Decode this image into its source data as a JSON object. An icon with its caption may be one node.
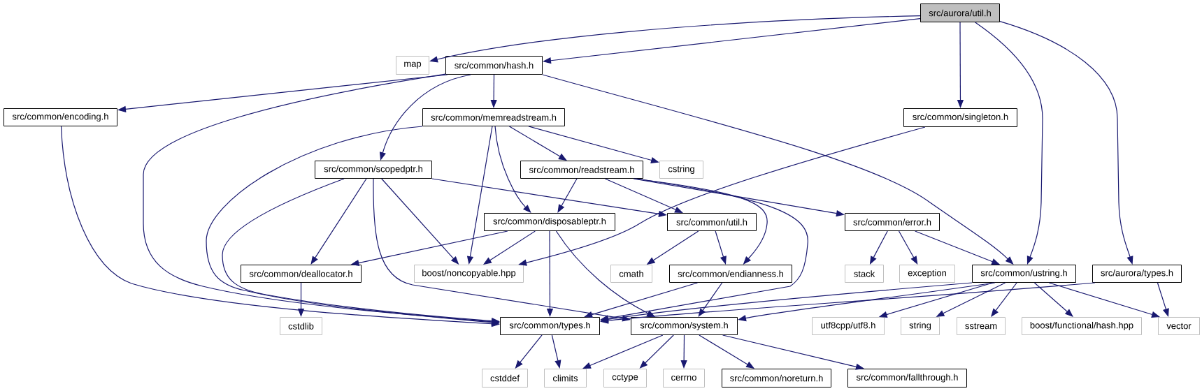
{
  "diagram": {
    "nodes": [
      {
        "text": [
          "src/aurora/util.h"
        ]
      },
      {
        "text": [
          "map"
        ]
      },
      {
        "text": [
          "src/common/hash.h"
        ]
      },
      {
        "text": [
          "src/common/encoding.h"
        ]
      },
      {
        "text": [
          "src/common/memreadstream.h"
        ]
      },
      {
        "text": [
          "src/common/singleton.h"
        ]
      },
      {
        "text": [
          "src/common/scopedptr.h"
        ]
      },
      {
        "text": [
          "src/common/readstream.h"
        ]
      },
      {
        "text": [
          "cstring"
        ]
      },
      {
        "text": [
          "src/common/disposableptr.h"
        ]
      },
      {
        "text": [
          "src/common/util.h"
        ]
      },
      {
        "text": [
          "src/common/error.h"
        ]
      },
      {
        "text": [
          "src/common/deallocator.h"
        ]
      },
      {
        "text": [
          "boost/noncopyable.hpp"
        ]
      },
      {
        "text": [
          "cmath"
        ]
      },
      {
        "text": [
          "src/common/endianness.h"
        ]
      },
      {
        "text": [
          "stack"
        ]
      },
      {
        "text": [
          "exception"
        ]
      },
      {
        "text": [
          "src/common/ustring.h"
        ]
      },
      {
        "text": [
          "src/aurora/types.h"
        ]
      },
      {
        "text": [
          "cstdlib"
        ]
      },
      {
        "text": [
          "src/common/types.h"
        ]
      },
      {
        "text": [
          "src/common/system.h"
        ]
      },
      {
        "text": [
          "utf8cpp/utf8.h"
        ]
      },
      {
        "text": [
          "string"
        ]
      },
      {
        "text": [
          "sstream"
        ]
      },
      {
        "text": [
          "boost/functional/hash.hpp"
        ]
      },
      {
        "text": [
          "vector"
        ]
      },
      {
        "text": [
          "cstddef"
        ]
      },
      {
        "text": [
          "climits"
        ]
      },
      {
        "text": [
          "cctype"
        ]
      },
      {
        "text": [
          "cerrno"
        ]
      },
      {
        "text": [
          "src/common/noreturn.h"
        ]
      },
      {
        "text": [
          "src/common/fallthrough.h"
        ]
      }
    ],
    "edges": [
      {
        "from": 0,
        "to": 1,
        "arrow": "to"
      },
      {
        "from": 0,
        "to": 2,
        "arrow": "to"
      },
      {
        "from": 0,
        "to": 5,
        "arrow": "to"
      },
      {
        "from": 0,
        "to": 18,
        "arrow": "to"
      },
      {
        "from": 0,
        "to": 19,
        "arrow": "to"
      },
      {
        "from": 2,
        "to": 3,
        "arrow": "to"
      },
      {
        "from": 2,
        "to": 21,
        "arrow": "to"
      },
      {
        "from": 2,
        "to": 4,
        "arrow": "to"
      },
      {
        "from": 2,
        "to": 6,
        "arrow": "to"
      },
      {
        "from": 2,
        "to": 18,
        "arrow": "to"
      },
      {
        "from": 3,
        "to": 21,
        "arrow": "to"
      },
      {
        "from": 4,
        "to": 21,
        "arrow": "to"
      },
      {
        "from": 4,
        "to": 13,
        "arrow": "to"
      },
      {
        "from": 4,
        "to": 9,
        "arrow": "to"
      },
      {
        "from": 4,
        "to": 7,
        "arrow": "to"
      },
      {
        "from": 4,
        "to": 8,
        "arrow": "to"
      },
      {
        "from": 5,
        "to": 13,
        "arrow": "to"
      },
      {
        "from": 6,
        "to": 12,
        "arrow": "to"
      },
      {
        "from": 6,
        "to": 13,
        "arrow": "to"
      },
      {
        "from": 6,
        "to": 21,
        "arrow": "to"
      },
      {
        "from": 6,
        "to": 22,
        "arrow": "to"
      },
      {
        "from": 6,
        "to": 10,
        "arrow": "to"
      },
      {
        "from": 7,
        "to": 9,
        "arrow": "to"
      },
      {
        "from": 7,
        "to": 10,
        "arrow": "to"
      },
      {
        "from": 7,
        "to": 11,
        "arrow": "to"
      },
      {
        "from": 7,
        "to": 15,
        "arrow": "to"
      },
      {
        "from": 7,
        "to": 21,
        "arrow": "to"
      },
      {
        "from": 9,
        "to": 12,
        "arrow": "to"
      },
      {
        "from": 9,
        "to": 13,
        "arrow": "to"
      },
      {
        "from": 9,
        "to": 21,
        "arrow": "to"
      },
      {
        "from": 9,
        "to": 22,
        "arrow": "to"
      },
      {
        "from": 10,
        "to": 14,
        "arrow": "to"
      },
      {
        "from": 10,
        "to": 15,
        "arrow": "to"
      },
      {
        "from": 11,
        "to": 16,
        "arrow": "to"
      },
      {
        "from": 11,
        "to": 17,
        "arrow": "to"
      },
      {
        "from": 11,
        "to": 18,
        "arrow": "to"
      },
      {
        "from": 12,
        "to": 20,
        "arrow": "to"
      },
      {
        "from": 15,
        "to": 21,
        "arrow": "to"
      },
      {
        "from": 15,
        "to": 22,
        "arrow": "to"
      },
      {
        "from": 18,
        "to": 21,
        "arrow": "to"
      },
      {
        "from": 18,
        "to": 22,
        "arrow": "to"
      },
      {
        "from": 18,
        "to": 23,
        "arrow": "to"
      },
      {
        "from": 18,
        "to": 24,
        "arrow": "to"
      },
      {
        "from": 18,
        "to": 25,
        "arrow": "to"
      },
      {
        "from": 18,
        "to": 26,
        "arrow": "to"
      },
      {
        "from": 18,
        "to": 27,
        "arrow": "to"
      },
      {
        "from": 19,
        "to": 21,
        "arrow": "to"
      },
      {
        "from": 19,
        "to": 27,
        "arrow": "to"
      },
      {
        "from": 21,
        "to": 28,
        "arrow": "to"
      },
      {
        "from": 21,
        "to": 29,
        "arrow": "to"
      },
      {
        "from": 22,
        "to": 29,
        "arrow": "to"
      },
      {
        "from": 22,
        "to": 30,
        "arrow": "to"
      },
      {
        "from": 22,
        "to": 31,
        "arrow": "to"
      },
      {
        "from": 22,
        "to": 32,
        "arrow": "to"
      },
      {
        "from": 22,
        "to": 33,
        "arrow": "to"
      }
    ]
  }
}
